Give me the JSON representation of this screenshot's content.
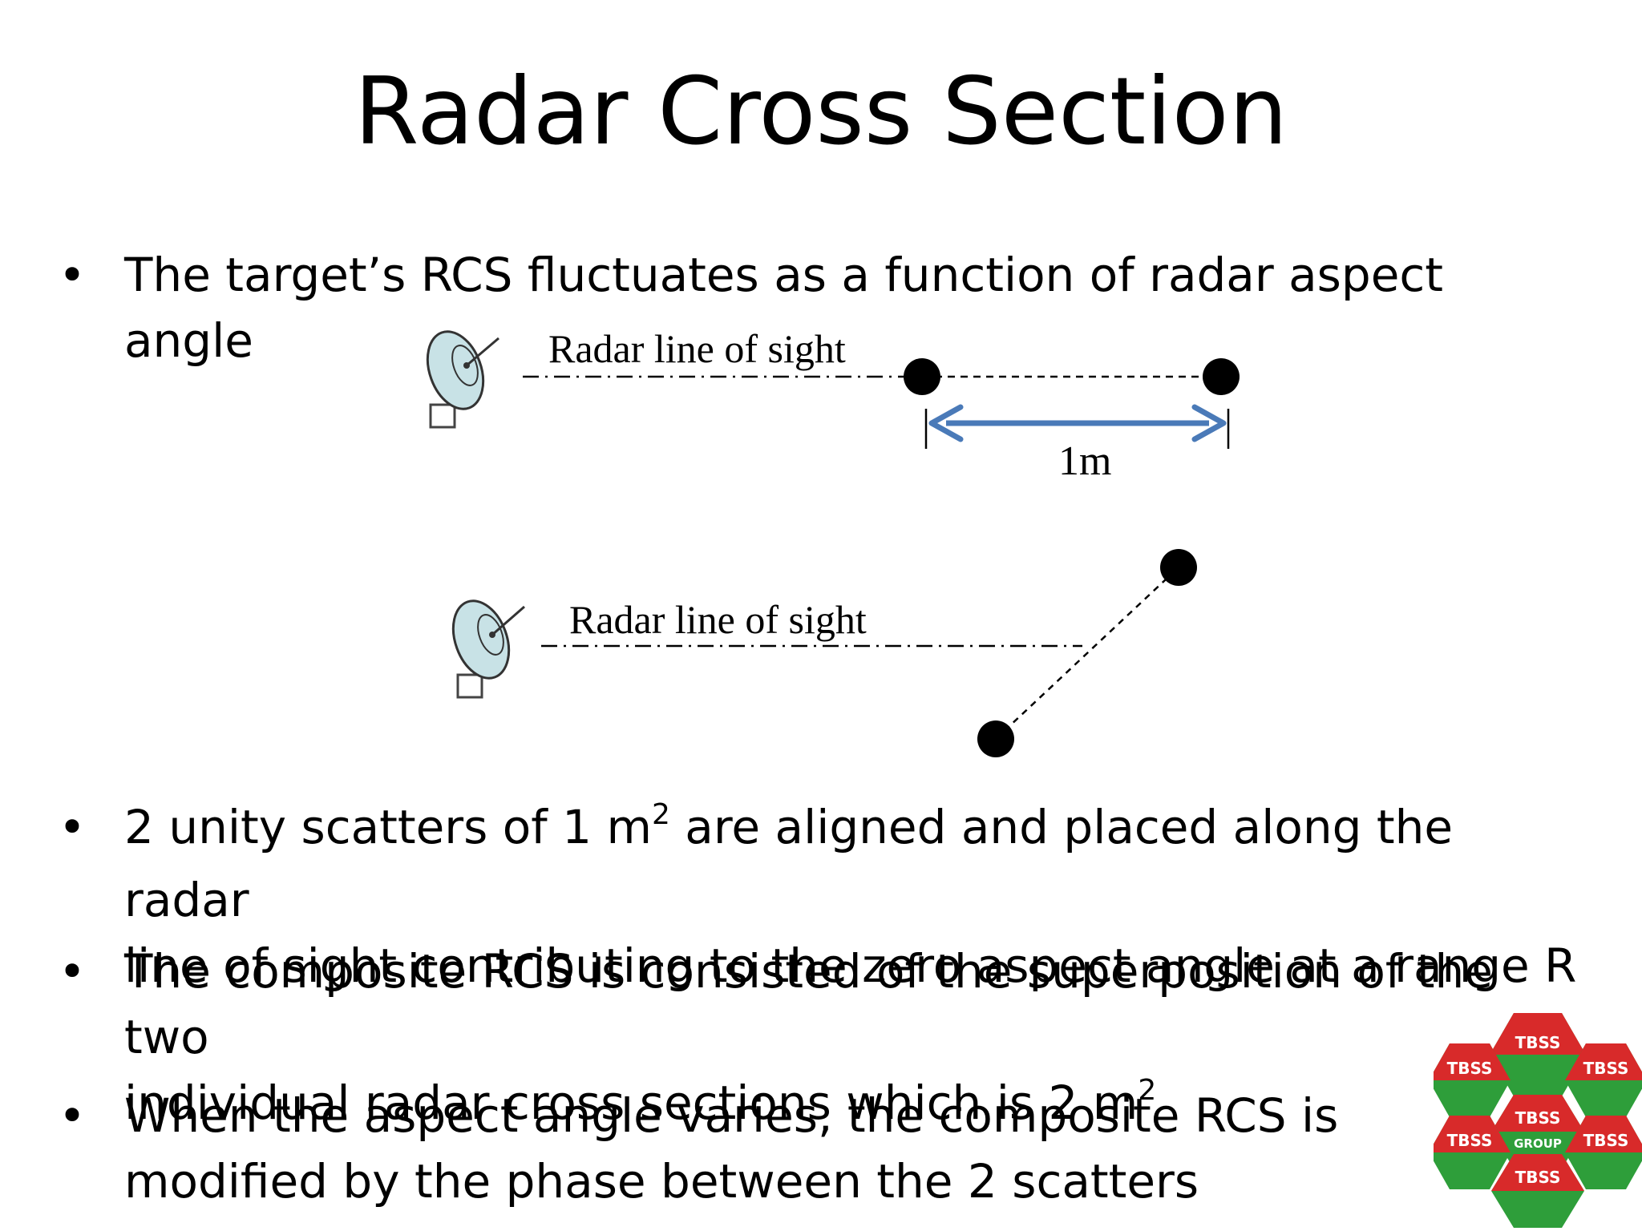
{
  "slide": {
    "title": "Radar Cross Section",
    "bullets": [
      {
        "text": "The target’s RCS fluctuates as a function of radar aspect angle"
      },
      {
        "line1_pre": "2 unity scatters of 1 m",
        "line1_sup": "2",
        "line1_post": " are aligned and placed along the radar",
        "line2": "line of sight contributing to the zero aspect angle at a range R"
      },
      {
        "line1": "The composite RCS is consisted of the superposition of the two",
        "line2_pre": "individual radar cross sections which is 2 m",
        "line2_sup": "2"
      },
      {
        "line1": "When the aspect angle varies, the composite RCS is",
        "line2": "modified by the phase between the 2 scatters"
      }
    ],
    "bullet_char": "•"
  },
  "diagram": {
    "top_label": "Radar line of sight",
    "distance_label": "1m",
    "bottom_label": "Radar line of sight",
    "arrow_color": "#4a7ab8",
    "dish_color": "#c8e2e6"
  },
  "logo": {
    "name": "TBSS",
    "group_label": "GROUP",
    "colors": {
      "green": "#2e9e3a",
      "red": "#d82a2a"
    }
  }
}
